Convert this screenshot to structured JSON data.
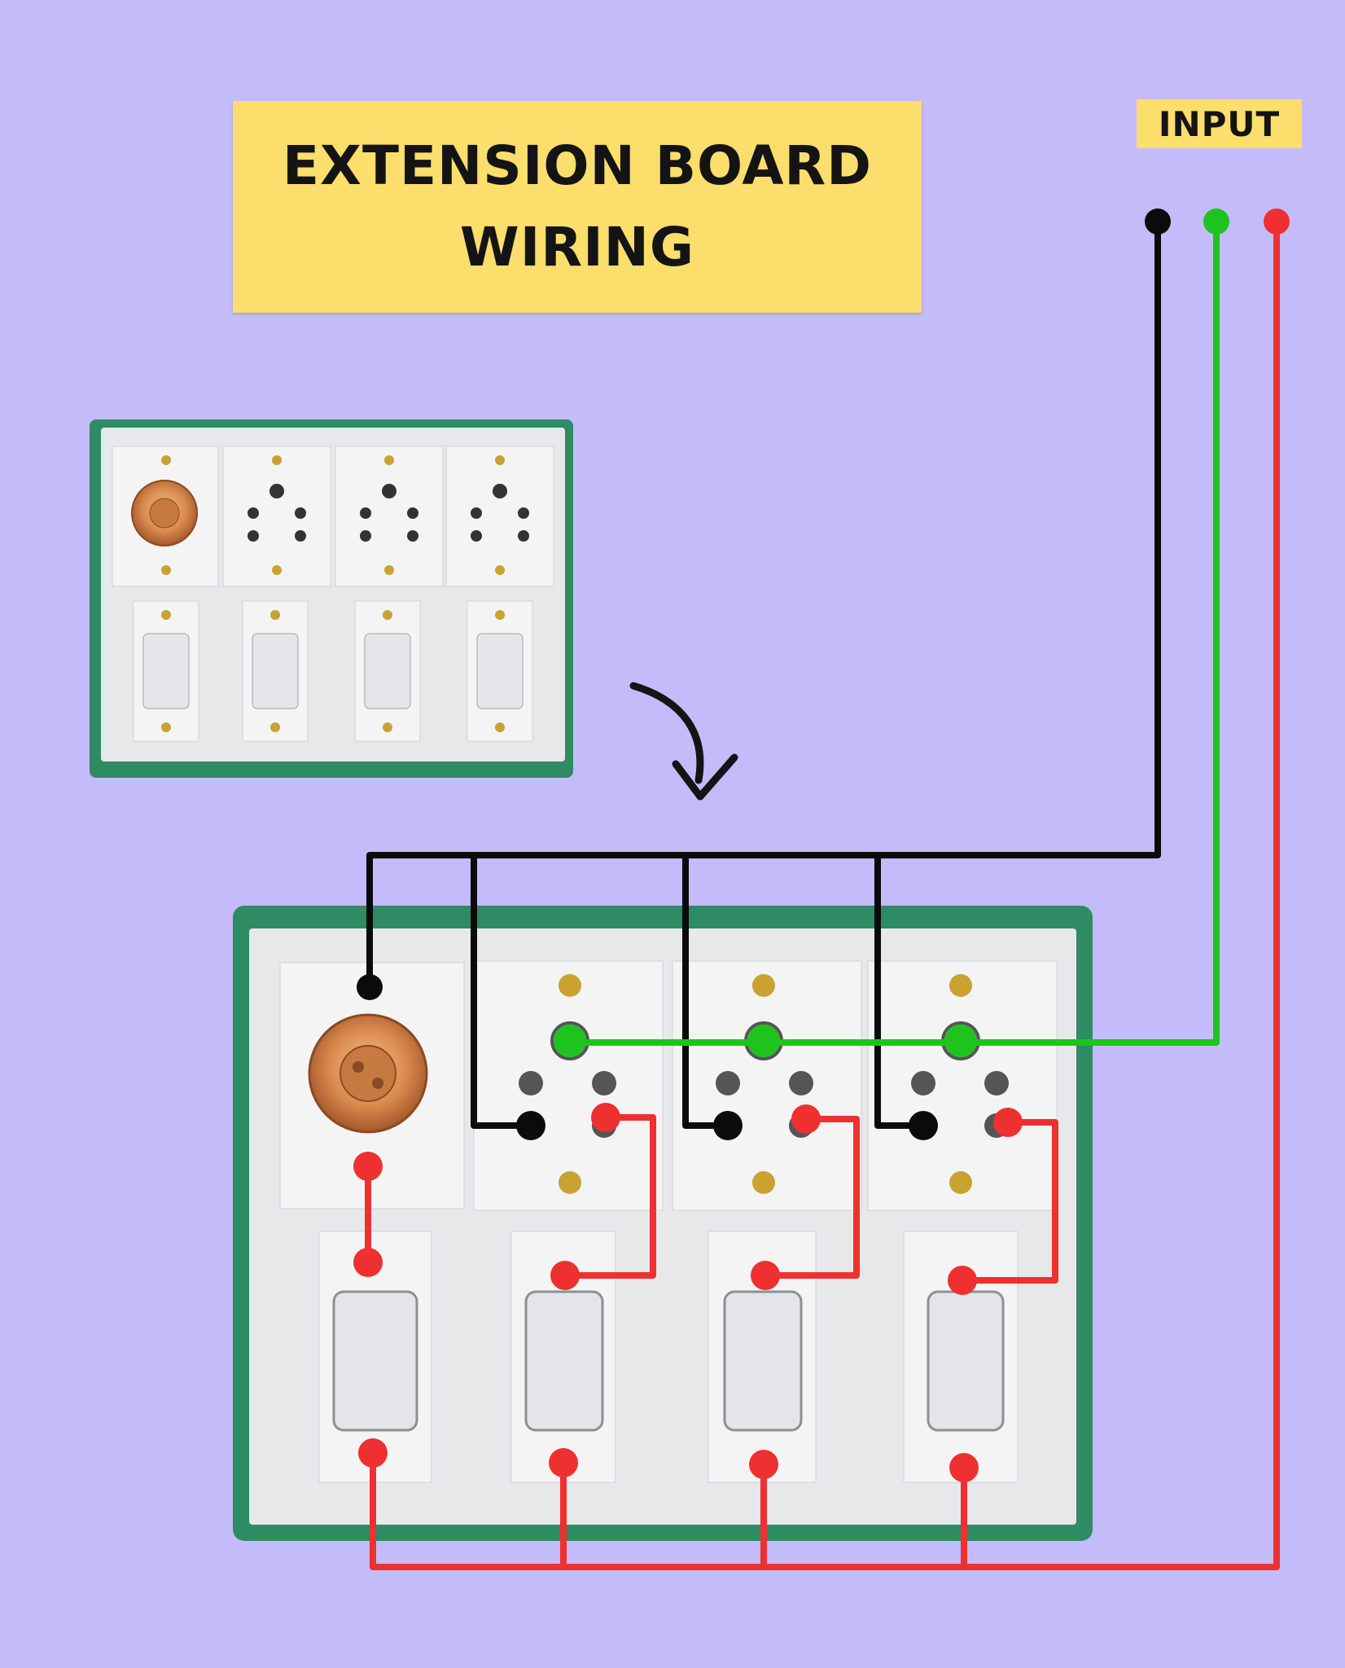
{
  "title": {
    "line1": "EXTENSION BOARD",
    "line2": "WIRING"
  },
  "input_label": "INPUT",
  "wire_colors": {
    "neutral": "#0b0b0b",
    "earth": "#1ec41e",
    "phase": "#ee3030"
  },
  "colors": {
    "background": "#c4bbfa",
    "label_fill": "#fbde6b",
    "board_frame": "#2e8b63",
    "board_plate": "#e6e8ea",
    "module": "#f4f4f4",
    "bulb_holder": "#d98a4e"
  },
  "boards": [
    {
      "role": "reference-photo",
      "modules": [
        "bulb-holder",
        "socket-5-pin",
        "socket-5-pin",
        "socket-5-pin"
      ],
      "switches": 4
    },
    {
      "role": "wiring-diagram",
      "modules": [
        "bulb-holder",
        "socket-5-pin",
        "socket-5-pin",
        "socket-5-pin"
      ],
      "switches": 4
    }
  ],
  "arrow": "curved-arrow-down-right"
}
